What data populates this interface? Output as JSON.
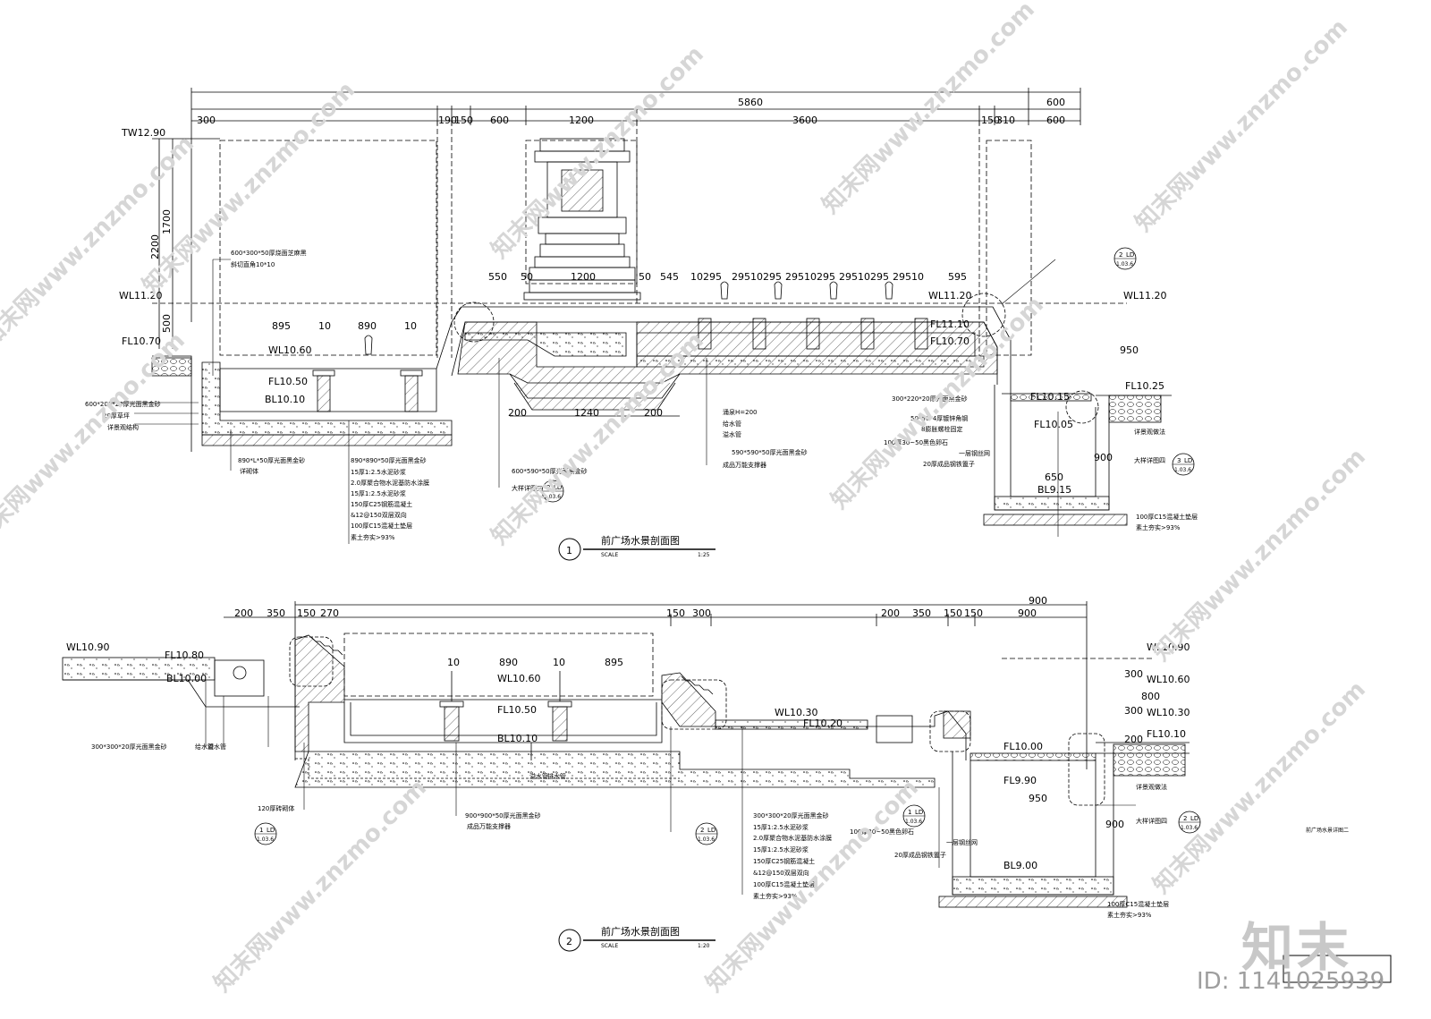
{
  "section1": {
    "title": "前广场水景剖面图",
    "number": "1",
    "scale_label": "SCALE",
    "scale": "1:25",
    "top_dims": [
      "5860",
      "600"
    ],
    "row2_dims": [
      "300",
      "190",
      "150",
      "600",
      "1200",
      "3600",
      "150",
      "310",
      "600"
    ],
    "row3_dims": [
      "550",
      "50",
      "1200",
      "50",
      "545",
      "10295",
      "29510295",
      "29510295",
      "29510295",
      "29510",
      "595"
    ],
    "inner_dims": [
      "895",
      "10",
      "890",
      "10"
    ],
    "bottom_dims": [
      "200",
      "1240",
      "200"
    ],
    "right_dims": [
      "650",
      "950",
      "900"
    ],
    "left_vert_dims": [
      "1700",
      "2200",
      "500"
    ],
    "levels": [
      "TW12.90",
      "WL11.20",
      "FL10.70",
      "WL10.60",
      "FL10.50",
      "BL10.10",
      "WL11.20",
      "FL11.10",
      "FL10.70",
      "WL11.20",
      "FL10.25",
      "FL10.15",
      "FL10.05",
      "BL9.15"
    ],
    "notes_left": [
      "600*300*50厚烧面芝麻黑",
      "斜切直角10*10",
      "600*200*20厚光面黑金砂",
      "20厚草坪",
      "详景观结构"
    ],
    "notes_mid": [
      "890*L*50厚光面黑金砂",
      "详砌体",
      "890*890*50厚光面黑金砂",
      "15厚1:2.5水泥砂浆",
      "2.0厚聚合物水泥基防水涂膜",
      "15厚1:2.5水泥砂浆",
      "150厚C25钢筋混凝土",
      "&12@150双层双向",
      "100厚C15混凝土垫层",
      "素土夯实>93%"
    ],
    "notes_center": [
      "600*590*50厚光面黑金砂",
      "大样详图三"
    ],
    "notes_fountain": [
      "涌泉H=200",
      "给水管",
      "溢水管",
      "590*590*50厚光面黑金砂",
      "成品万能支撑器"
    ],
    "notes_right": [
      "300*220*20厚光面黑金砂",
      "50*50*4厚镀锌角钢",
      "8膨胀螺栓固定",
      "100厚30~50黑色卵石",
      "一层钢丝网",
      "20厚成品钢铁篦子",
      "100厚C15混凝土垫层",
      "素土夯实>93%",
      "详景观做法",
      "大样详图四"
    ],
    "callouts": [
      [
        "2",
        "LD",
        "1.03.6"
      ],
      [
        "2",
        "LD",
        "1.03.6"
      ],
      [
        "3",
        "LD",
        "1.03.6"
      ]
    ]
  },
  "section2": {
    "title": "前广场水景剖面图",
    "number": "2",
    "scale_label": "SCALE",
    "scale": "1:20",
    "top_dims": [
      "900"
    ],
    "row2_dims": [
      "200",
      "350",
      "150",
      "270",
      "150",
      "300",
      "200",
      "350",
      "150",
      "150",
      "900"
    ],
    "inner_dims": [
      "10",
      "890",
      "10",
      "895"
    ],
    "right_dims": [
      "950",
      "900",
      "800",
      "300",
      "300",
      "200"
    ],
    "levels": [
      "WL10.90",
      "FL10.80",
      "BL10.00",
      "WL10.60",
      "FL10.50",
      "BL10.10",
      "WL10.30",
      "FL10.20",
      "FL10.00",
      "FL9.90",
      "BL9.00",
      "WL10.90",
      "WL10.60",
      "WL10.30",
      "FL10.10"
    ],
    "notes_left": [
      "300*300*20厚光面黑金砂",
      "给水管",
      "溢水管",
      "120厚砖砌体"
    ],
    "notes_mid": [
      "900*900*50厚光面黑金砂",
      "成品万能支撑器",
      "溢水管",
      "排水管"
    ],
    "notes_right": [
      "300*300*20厚光面黑金砂",
      "15厚1:2.5水泥砂浆",
      "2.0厚聚合物水泥基防水涂膜",
      "15厚1:2.5水泥砂浆",
      "150厚C25钢筋混凝土",
      "&12@150双层双向",
      "100厚C15混凝土垫层",
      "素土夯实>93%"
    ],
    "notes_pit": [
      "100厚30~50黑色卵石",
      "一层钢丝网",
      "20厚成品钢铁篦子",
      "100厚C15混凝土垫层",
      "素土夯实>93%",
      "详景观做法",
      "大样详图四"
    ],
    "side_label": "前广场水景详图二",
    "callouts": [
      [
        "1",
        "LD",
        "1.03.6"
      ],
      [
        "2",
        "LD",
        "1.03.6"
      ],
      [
        "1",
        "LD",
        "1.03.6"
      ],
      [
        "2",
        "LD",
        "1.03.6"
      ]
    ]
  },
  "watermark": {
    "text": "知末网www.znzmo.com",
    "brand": "知末",
    "id": "ID: 1141025939"
  }
}
